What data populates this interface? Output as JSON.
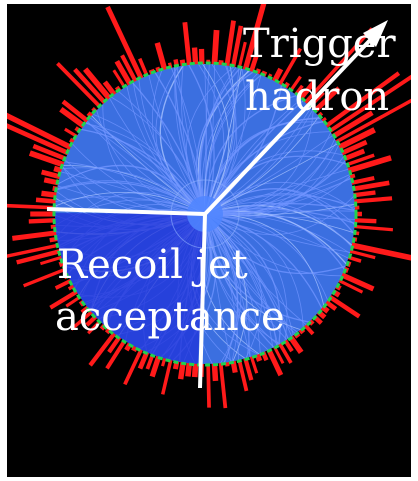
{
  "labels": {
    "trigger_line1": "Trigger",
    "trigger_line2": "hadron",
    "recoil_line1": "Recoil jet",
    "recoil_line2": "acceptance"
  },
  "colors": {
    "background": "#000000",
    "detector_fill": "#3b6fe0",
    "tracks": "#6f93ff",
    "energy_towers": "#ff1a1a",
    "boundary_ring": "#21d24f",
    "acceptance_wedge": "#1f2fd8",
    "overlay_lines": "#ffffff"
  }
}
